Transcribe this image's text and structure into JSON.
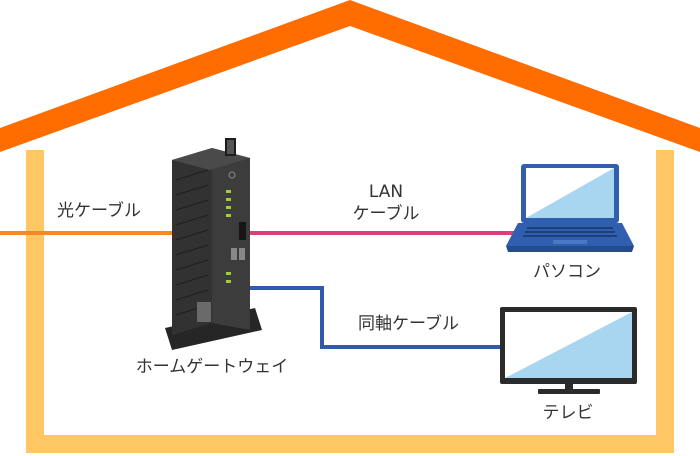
{
  "labels": {
    "fiber_cable": "光ケーブル",
    "lan_line1": "LAN",
    "lan_line2": "ケーブル",
    "laptop": "パソコン",
    "coax_cable": "同軸ケーブル",
    "gateway": "ホームゲートウェイ",
    "tv": "テレビ"
  },
  "colors": {
    "roof": "#ff6c00",
    "wall": "#ffc764",
    "fiber": "#f5892a",
    "lan": "#d6427a",
    "coax": "#2e5ab0",
    "device_dark": "#2b2b2b",
    "laptop_body": "#2f5fae",
    "screen": "#a8d6f0"
  },
  "icons": [
    "home-gateway-icon",
    "laptop-icon",
    "tv-icon"
  ]
}
